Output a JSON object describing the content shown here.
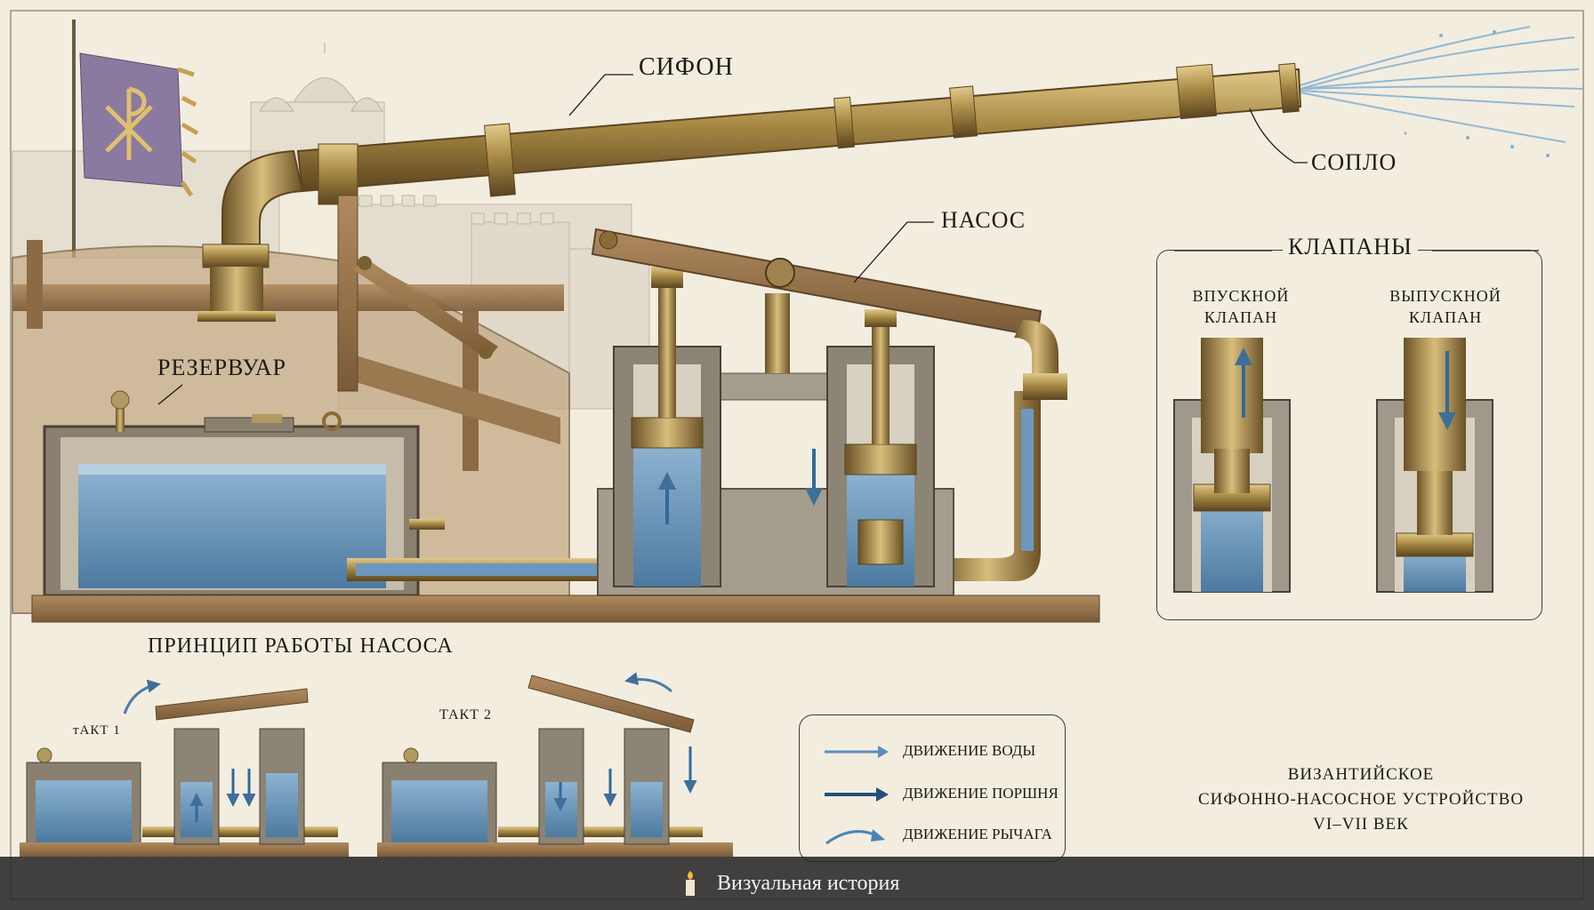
{
  "labels": {
    "siphon": "СИФОН",
    "nozzle": "СОПЛО",
    "pump": "НАСОС",
    "reservoir": "РЕЗЕРВУАР",
    "valves_title": "КЛАПАНЫ",
    "inlet_valve_line1": "ВПУСКНОЙ",
    "inlet_valve_line2": "КЛАПАН",
    "outlet_valve_line1": "ВЫПУСКНОЙ",
    "outlet_valve_line2": "КЛАПАН",
    "principle_title": "ПРИНЦИП РАБОТЫ НАСОСА",
    "stroke1": "тАКТ 1",
    "stroke2": "ТАКТ 2"
  },
  "legend": {
    "water": "ДВИЖЕНИЕ ВОДЫ",
    "piston": "ДВИЖЕНИЕ ПОРШНЯ",
    "lever": "ДВИЖЕНИЕ РЫЧАГА"
  },
  "title_block": {
    "line1": "ВИЗАНТИЙСКОЕ",
    "line2": "СИФОННО-НАСОСНОЕ УСТРОЙСТВО",
    "line3": "VI–VII ВЕК"
  },
  "caption": {
    "text": "Визуальная история",
    "icon": "candle-icon"
  },
  "colors": {
    "background": "#f3ede0",
    "bronze": "#a88a45",
    "water": "#5f8fb4",
    "wood": "#8b6a45",
    "arrow": "#3d6f99"
  }
}
